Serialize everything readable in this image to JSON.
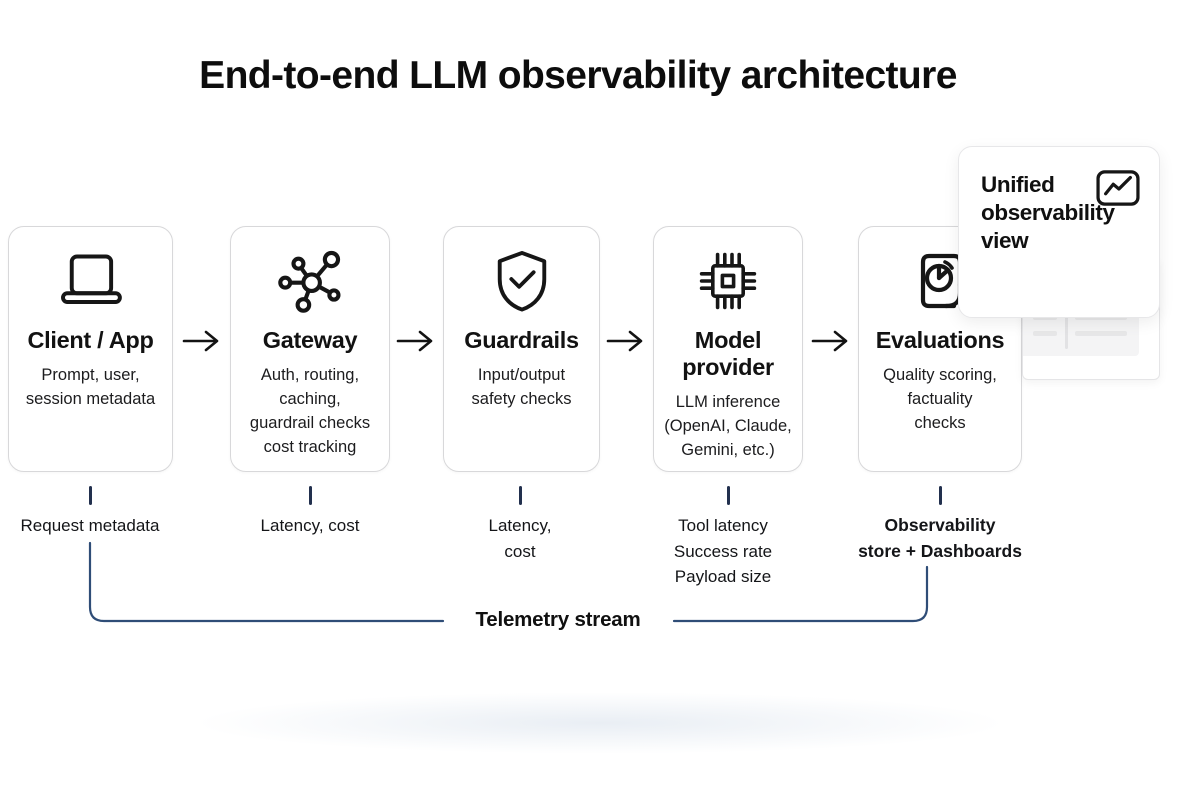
{
  "title": "End-to-end LLM observability architecture",
  "pipeline": {
    "boxes": [
      {
        "title": "Client / App",
        "icon": "laptop-icon",
        "desc_lines": [
          "Prompt, user,",
          "session metadata"
        ],
        "metric_lines": [
          "Request metadata"
        ]
      },
      {
        "title": "Gateway",
        "icon": "network-hub-icon",
        "desc_lines": [
          "Auth, routing,",
          "caching,",
          "guardrail checks",
          "cost tracking"
        ],
        "metric_lines": [
          "Latency, cost"
        ]
      },
      {
        "title": "Guardrails",
        "icon": "shield-check-icon",
        "desc_lines": [
          "Input/output",
          "safety checks"
        ],
        "metric_lines": [
          "Latency,",
          "cost"
        ]
      },
      {
        "title": "Model provider",
        "icon": "cpu-chip-icon",
        "desc_lines": [
          "LLM inference",
          "(OpenAI, Claude,",
          "Gemini, etc.)"
        ],
        "metric_lines": [
          "Tool latency",
          "Success rate",
          "Payload size"
        ]
      },
      {
        "title": "Evaluations",
        "icon": "report-pie-icon",
        "desc_lines": [
          "Quality scoring,",
          "factuality",
          "checks"
        ],
        "metric_lines": [
          "Observability",
          "store + Dashboards"
        ]
      }
    ]
  },
  "unified_card": {
    "title": "Unified observability view",
    "icon": "line-chart-icon"
  },
  "telemetry_label": "Telemetry stream",
  "colors": {
    "bracket": "#2f4d77",
    "tick": "#22304e",
    "box_border": "#d8d8da",
    "icon_stroke": "#161616",
    "panel_bg": "#f4f4f5",
    "panel_bar": "#e7e7e8"
  }
}
